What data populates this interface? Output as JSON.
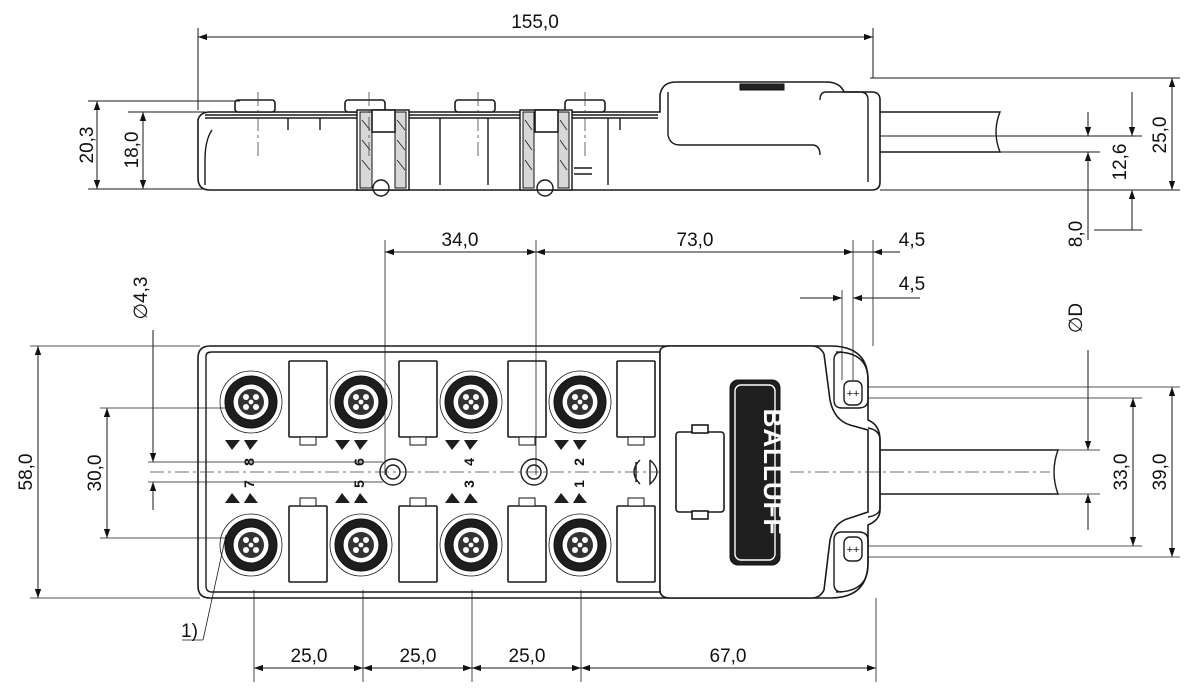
{
  "drawing": {
    "brand": "BALLUFF",
    "dimensions": {
      "overall_length": "155,0",
      "height_total": "20,3",
      "height_body": "18,0",
      "cable_height": "12,6",
      "connector_height": "25,0",
      "cable_offset": "8,0",
      "pitch_top_1": "34,0",
      "pitch_top_2": "73,0",
      "offset_a": "4,5",
      "offset_b": "4,5",
      "hole_diameter": "∅4,3",
      "cable_diameter": "∅D",
      "width": "58,0",
      "hole_spacing": "30,0",
      "cable_span_1": "33,0",
      "cable_span_2": "39,0",
      "port_pitch_1": "25,0",
      "port_pitch_2": "25,0",
      "port_pitch_3": "25,0",
      "cable_length": "67,0"
    },
    "port_labels": [
      "8",
      "6",
      "4",
      "2",
      "7",
      "5",
      "3",
      "1"
    ],
    "note": "1)"
  }
}
